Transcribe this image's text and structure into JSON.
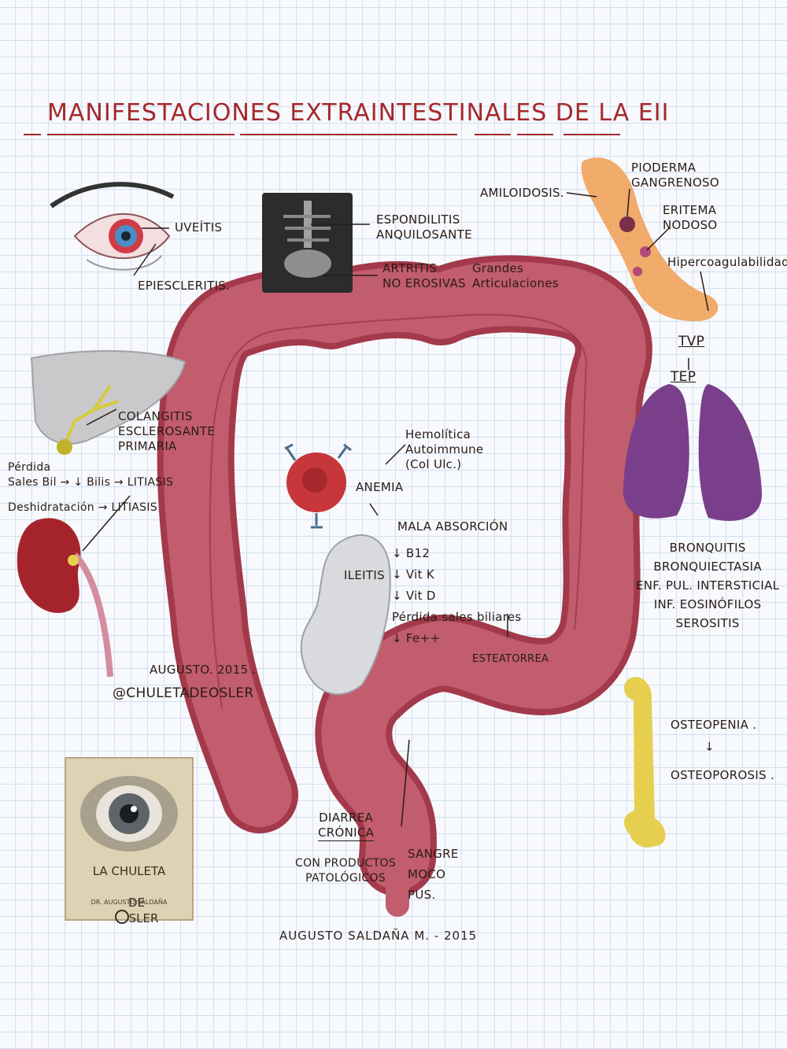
{
  "title": "MANIFESTACIONES EXTRAINTESTINALES DE LA EII",
  "eye": {
    "uveitis": "UVEÍTIS",
    "episcleritis": "EPIESCLERITIS."
  },
  "joints": {
    "espondilitis": "ESPONDILITIS\nANQUILOSANTE",
    "artritis": "ARTRITIS\nNO EROSIVAS",
    "grandes": "Grandes\nArticulaciones"
  },
  "skin": {
    "amiloidosis": "AMILOIDOSIS.",
    "pioderma": "PIODERMA\nGANGRENOSO",
    "eritema": "ERITEMA\nNODOSO",
    "hipercoag": "Hipercoagulabilidad",
    "tvp": "TVP",
    "tep": "TEP"
  },
  "liver": {
    "colangitis": "COLANGITIS\nESCLEROSANTE\nPRIMARIA",
    "perdida": "Pérdida\nSales Bil → ↓ Bilis → LITIASIS",
    "deshidratacion": "Deshidratación → LITIASIS"
  },
  "anemia": {
    "hemolitica": "Hemolítica\nAutoimmune\n(Col Ulc.)",
    "anemia": "ANEMIA",
    "mala": "MALA ABSORCIÓN",
    "ileitis": "ILEITIS",
    "list": "↓ B12\n↓ Vit K\n↓ Vit D\nPérdida sales biliares\n↓ Fe++",
    "esteatorrea": "ESTEATORREA"
  },
  "lungs": {
    "list": "BRONQUITIS\nBRONQUIECTASIA\nENF. PUL. INTERSTICIAL\nINF. EOSINÓFILOS\nSEROSITIS"
  },
  "bone": {
    "osteopenia": "OSTEOPENIA .",
    "arrow": "↓",
    "osteoporosis": "OSTEOPOROSIS ."
  },
  "signature": {
    "date": "AUGUSTO. 2015 .",
    "handle": "@CHULETADEOSLER"
  },
  "rectum": {
    "diarrea": "DIARREA\nCRÓNICA",
    "productos": "Con PRODUCTOS\nPATOLÓGICOS",
    "sangre": "SANGRE\nMOCO\nPUS."
  },
  "logo": {
    "line1": "LA CHULETA",
    "line2a": "DE",
    "line2b": "SLER",
    "byline": "DR. AUGUSTO SALDAÑA"
  },
  "credit": "AUGUSTO SALDAÑA M. - 2015",
  "colors": {
    "title": "#a5282c",
    "colon": "#b7505f",
    "lung": "#7a3f8a",
    "bone": "#e6cf4e"
  }
}
